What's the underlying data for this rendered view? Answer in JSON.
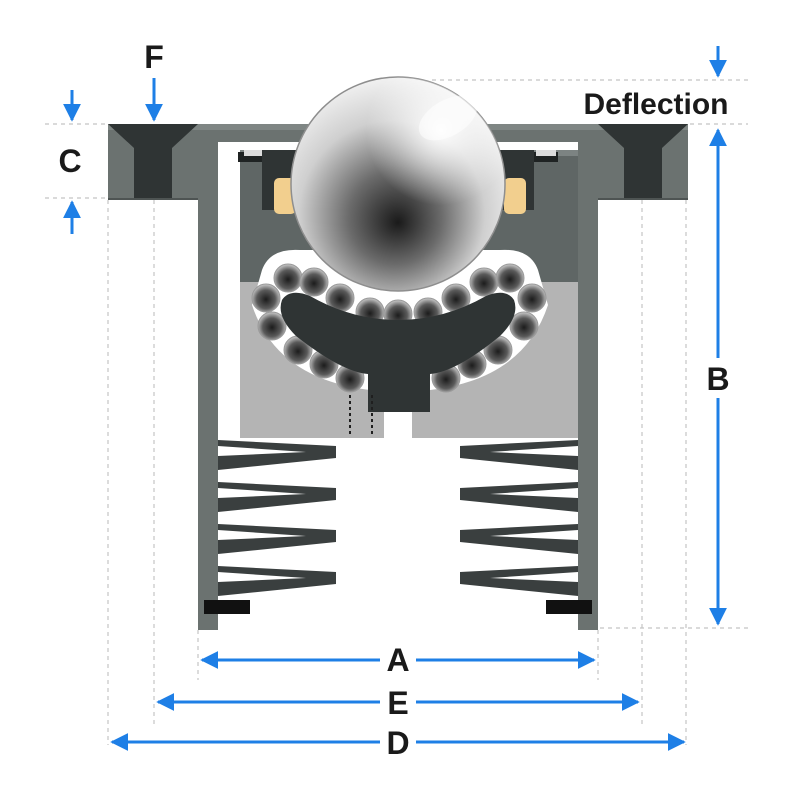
{
  "labels": {
    "a": "A",
    "b": "B",
    "c": "C",
    "d": "D",
    "e": "E",
    "f": "F",
    "deflection": "Deflection"
  },
  "colors": {
    "arrow": "#1e7fe6",
    "dim_line": "#bdbdbd",
    "housing": "#6b7270",
    "housing_dark": "#2f3434",
    "seat_light": "#b4b4b4",
    "spring": "#3a3f3f",
    "ball_highlight": "#f4f4f4",
    "ball_shadow": "#1c1c1c",
    "seal": "#f2cf8e"
  },
  "icons": {
    "dimension_arrow": "double-headed-arrow-icon",
    "pointer_arrow": "down-arrow-icon"
  }
}
